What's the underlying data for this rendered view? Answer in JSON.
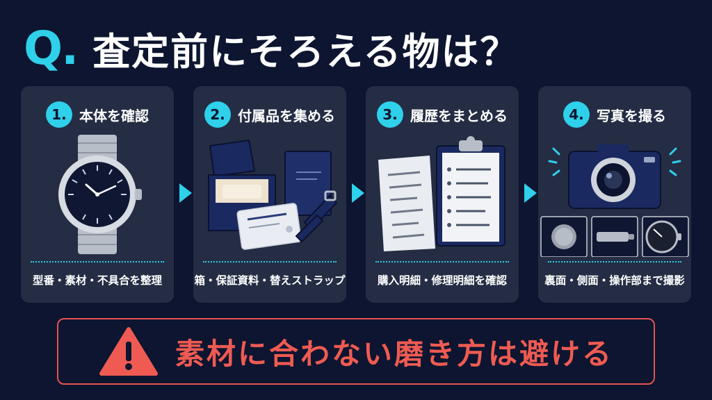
{
  "header": {
    "q_mark": "Q.",
    "title": "査定前にそろえる物は？"
  },
  "colors": {
    "background": "#0d1530",
    "card": "#242d44",
    "accent": "#2fd0ea",
    "warning": "#ef5b52"
  },
  "steps": [
    {
      "number": "1.",
      "title": "本体を確認",
      "caption": "型番・素材・不具合を整理",
      "icon": "wristwatch-icon"
    },
    {
      "number": "2.",
      "title": "付属品を集める",
      "caption": "箱・保証資料・替えストラップ",
      "icon": "accessories-box-icon"
    },
    {
      "number": "3.",
      "title": "履歴をまとめる",
      "caption": "購入明細・修理明細を確認",
      "icon": "documents-clipboard-icon"
    },
    {
      "number": "4.",
      "title": "写真を撮る",
      "caption": "裏面・側面・操作部まで撮影",
      "icon": "camera-icon"
    }
  ],
  "warning": {
    "text": "素材に合わない磨き方は避ける",
    "icon": "warning-triangle-icon"
  }
}
